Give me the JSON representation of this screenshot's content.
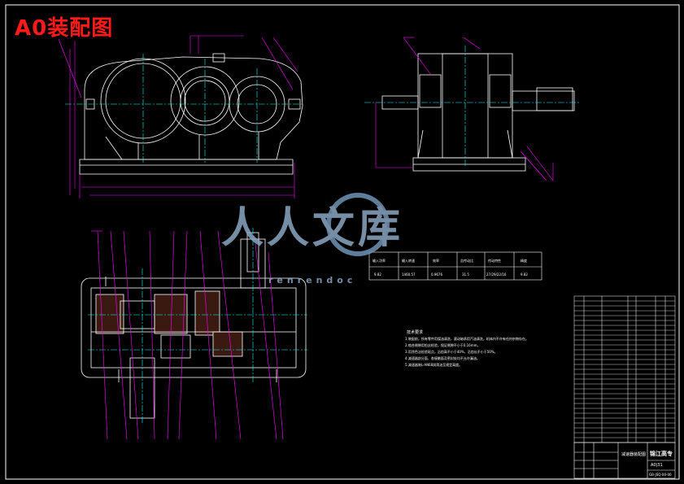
{
  "header": {
    "title": "A0装配图"
  },
  "watermark": {
    "brand_cn": "人人文库",
    "brand_en": "renrendoc"
  },
  "tech_table": {
    "headers": [
      "输入功率",
      "输入转速",
      "效率",
      "总传动比",
      "传动特性",
      "精度"
    ],
    "values": [
      "9.82",
      "1460.57",
      "0.9676",
      "31.5",
      "27/29/22/16",
      "9.82"
    ]
  },
  "notes": {
    "title": "技术要求",
    "lines": [
      "1.装配前，所有零件用煤油清洗，滚动轴承用汽油清洗，机体内不许有任何杂物存在。",
      "2.啮合侧隙用铅丝检验，保证侧隙不小于0.16mm。",
      "3.用涂色法检验斑点，沿齿高不小于40%，沿齿长不小于50%。",
      "4.减速器剖分面、各接触面及密封处均不允许漏油。",
      "5.减速器装L-AN68润滑油至规定高度。"
    ]
  },
  "title_block": {
    "drawing_name": "减速器装配图",
    "school": "锦江高专",
    "scale": "A0|31",
    "drawing_no": "GB-JSQ-00-00"
  },
  "colors": {
    "background": "#000000",
    "line": "#ffffff",
    "dimension": "#ff00ff",
    "centerline": "#00ffff",
    "title": "#ff1a1a",
    "watermark": "#7fa3c4"
  }
}
